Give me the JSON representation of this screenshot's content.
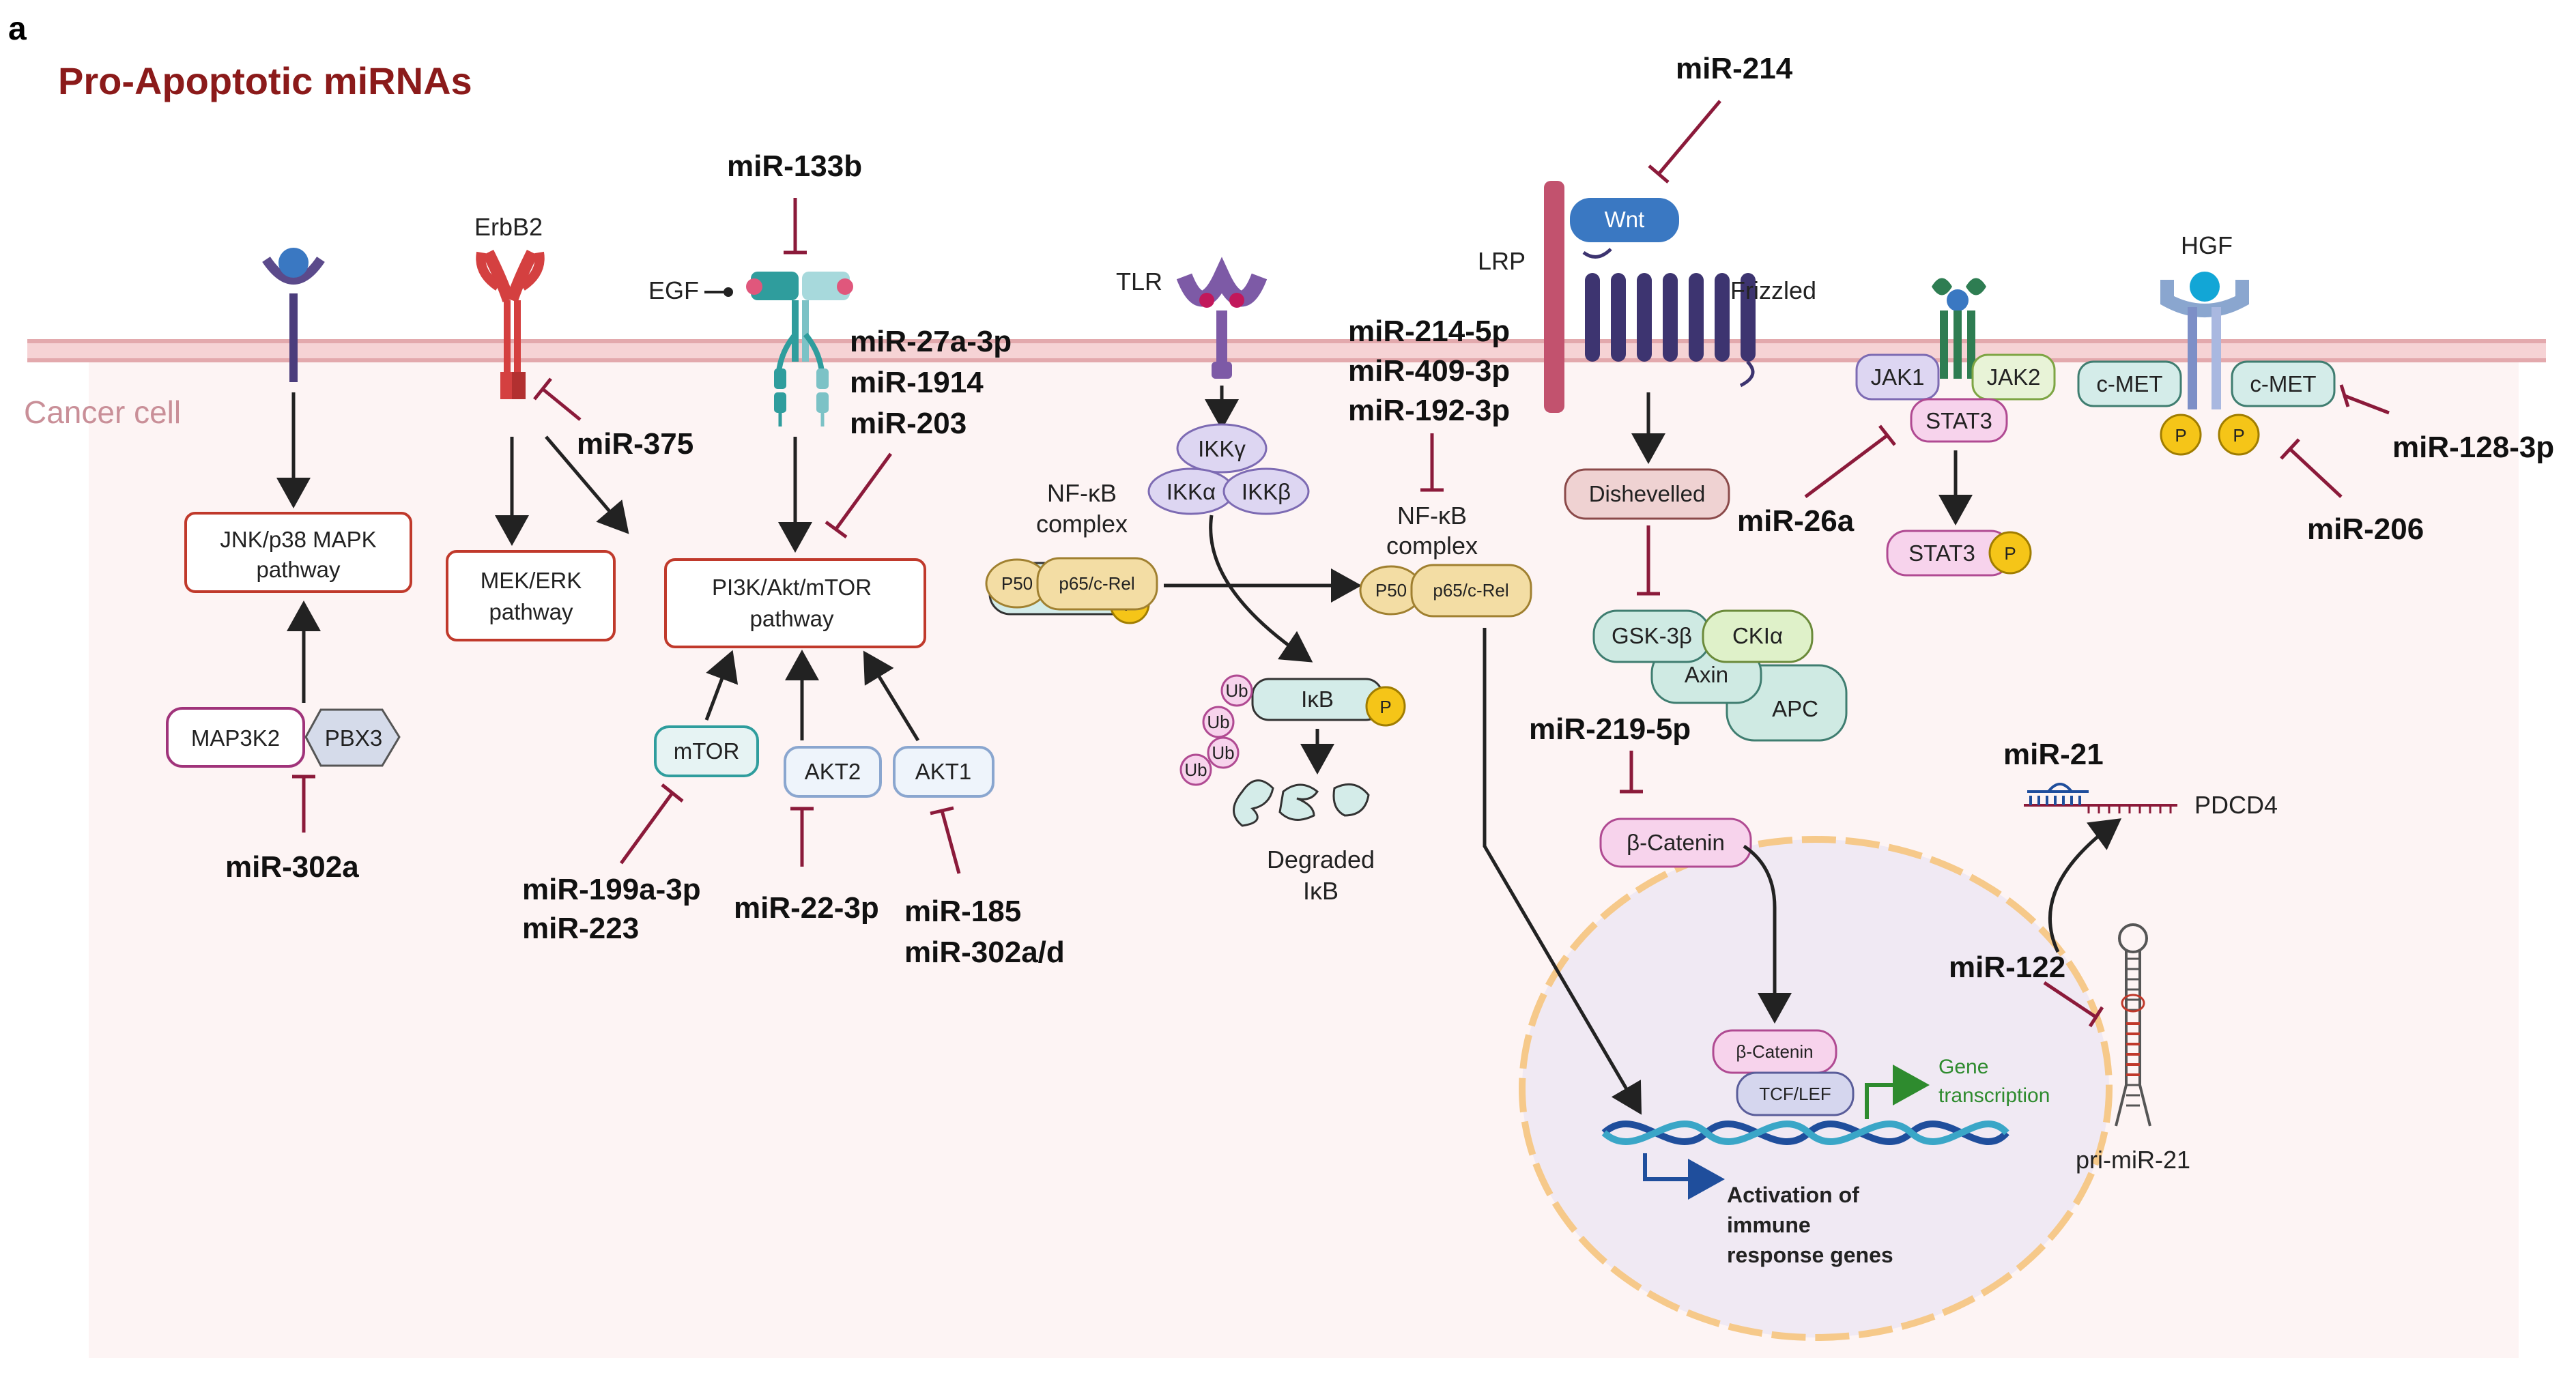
{
  "panel_letter": "a",
  "title": "Pro-Apoptotic miRNAs",
  "cell_label": "Cancer cell",
  "receptors": {
    "erbb2": "ErbB2",
    "egf": "EGF",
    "tlr": "TLR",
    "lrp": "LRP",
    "wnt": "Wnt",
    "frizzled": "Frizzled",
    "hgf": "HGF"
  },
  "pathways": {
    "jnk": [
      "JNK/p38 MAPK",
      "pathway"
    ],
    "mek": [
      "MEK/ERK",
      "pathway"
    ],
    "pi3k": [
      "PI3K/Akt/mTOR",
      "pathway"
    ]
  },
  "proteins": {
    "map3k2": "MAP3K2",
    "pbx3": "PBX3",
    "mtor": "mTOR",
    "akt2": "AKT2",
    "akt1": "AKT1",
    "p50": "P50",
    "p65": "p65/c-Rel",
    "ikb": "IκB",
    "p": "P",
    "ikkg": "IKKγ",
    "ikka": "IKKα",
    "ikkb": "IKKβ",
    "ub": "Ub",
    "dishevelled": "Dishevelled",
    "gsk3b": "GSK-3β",
    "ckia": "CKIα",
    "axin": "Axin",
    "apc": "APC",
    "bcatenin": "β-Catenin",
    "tcflef": "TCF/LEF",
    "jak1": "JAK1",
    "jak2": "JAK2",
    "stat3": "STAT3",
    "cmet": "c-MET",
    "pdcd4": "PDCD4",
    "primir21": "pri-miR-21"
  },
  "complex_labels": {
    "nfkb_1": [
      "NF-κB",
      "complex"
    ],
    "nfkb_2": [
      "NF-κB",
      "complex"
    ],
    "degraded": [
      "Degraded",
      "IκB"
    ],
    "gene_transcription": [
      "Gene",
      "transcription"
    ],
    "immune": [
      "Activation of",
      "immune",
      "response genes"
    ]
  },
  "mirnas": {
    "mir302a": "miR-302a",
    "mir375": "miR-375",
    "mir133b": "miR-133b",
    "mir27a": "miR-27a-3p",
    "mir1914": "miR-1914",
    "mir203": "miR-203",
    "mir199": "miR-199a-3p",
    "mir223": "miR-223",
    "mir22": "miR-22-3p",
    "mir185": "miR-185",
    "mir302ad": "miR-302a/d",
    "mir214": "miR-214",
    "mir214_5p": "miR-214-5p",
    "mir409": "miR-409-3p",
    "mir192": "miR-192-3p",
    "mir219": "miR-219-5p",
    "mir26a": "miR-26a",
    "mir128": "miR-128-3p",
    "mir206": "miR-206",
    "mir21": "miR-21",
    "mir122": "miR-122"
  },
  "colors": {
    "title": "#8b1a1a",
    "membrane": "#e3a9ad",
    "cytoplasm": "#fdf4f4",
    "inhibition": "#8b1a3a",
    "pathway_border": "#c0392b",
    "nucleus": "#f0e9f3"
  }
}
